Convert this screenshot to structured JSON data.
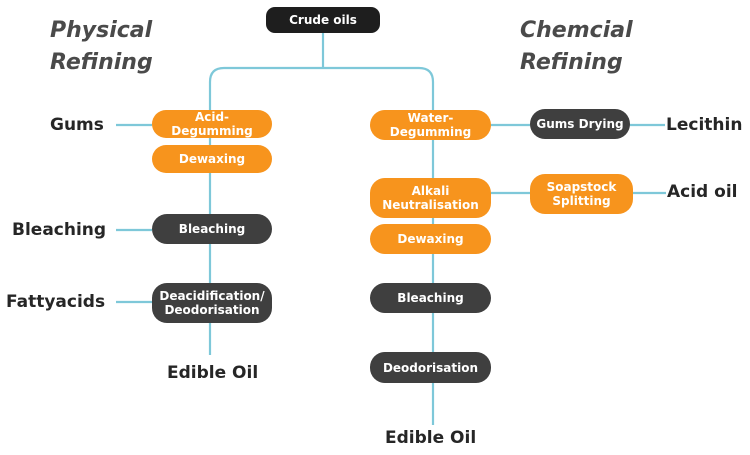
{
  "headings": {
    "physical_line1": "Physical",
    "physical_line2": "Refining",
    "chemical_line1": "Chemcial",
    "chemical_line2": "Refining"
  },
  "root": {
    "label": "Crude oils"
  },
  "physical": {
    "acid_degumming": "Acid-Degumming",
    "dewaxing": "Dewaxing",
    "bleaching": "Bleaching",
    "deacid_line1": "Deacidification/",
    "deacid_line2": "Deodorisation",
    "output_gums": "Gums",
    "output_bleaching": "Bleaching",
    "output_fattyacids": "Fattyacids",
    "edible_oil": "Edible Oil"
  },
  "chemical": {
    "water_degumming": "Water-Degumming",
    "gums_drying": "Gums Drying",
    "alkali_line1": "Alkali",
    "alkali_line2": "Neutralisation",
    "soapstock_line1": "Soapstock",
    "soapstock_line2": "Splitting",
    "dewaxing": "Dewaxing",
    "bleaching": "Bleaching",
    "deodorisation": "Deodorisation",
    "output_lecithin": "Lecithin",
    "output_acid_oil": "Acid oil",
    "edible_oil": "Edible Oil"
  },
  "colors": {
    "orange_step": "#f7941d",
    "dark_step": "#3f3f3f",
    "root": "#1e1e1e",
    "connector": "#7ec8d9",
    "heading": "#4a4a4a"
  }
}
